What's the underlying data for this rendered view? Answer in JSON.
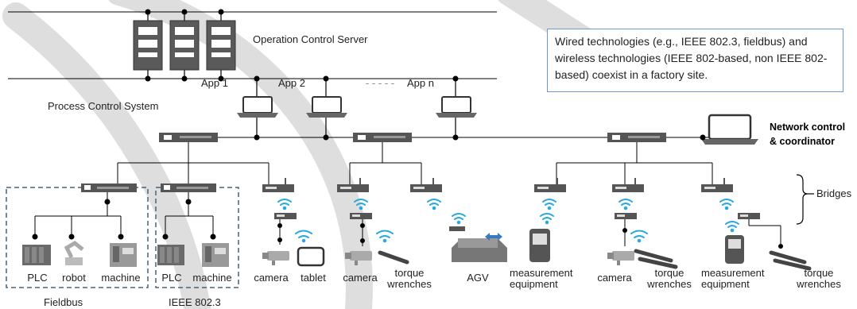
{
  "note": "Wired technologies (e.g., IEEE 802.3, fieldbus) and wireless technologies (IEEE 802-based, non IEEE 802-based) coexist in a factory site.",
  "labels": {
    "operation_control_server": "Operation Control Server",
    "process_control_system": "Process Control System",
    "app1": "App 1",
    "app2": "App 2",
    "dashes": "- - - - -",
    "appn": "App n",
    "network_control": "Network control\n& coordinator",
    "bridges": "Bridges",
    "fieldbus": "Fieldbus",
    "ieee8023": "IEEE 802.3"
  },
  "devices": {
    "plc1": "PLC",
    "robot": "robot",
    "machine1": "machine",
    "plc2": "PLC",
    "machine2": "machine",
    "camera1": "camera",
    "tablet": "tablet",
    "camera2": "camera",
    "torque1": "torque\nwrenches",
    "agv": "AGV",
    "meas1": "measurement\nequipment",
    "camera3": "camera",
    "torque2": "torque\nwrenches",
    "meas2": "measurement\nequipment",
    "torque3": "torque\nwrenches"
  },
  "colors": {
    "line": "#000000",
    "watermark": "#d4d4d4",
    "wifi": "#29a7e1",
    "dashed_box": "#44647c",
    "note_border": "#6b9ad1"
  }
}
